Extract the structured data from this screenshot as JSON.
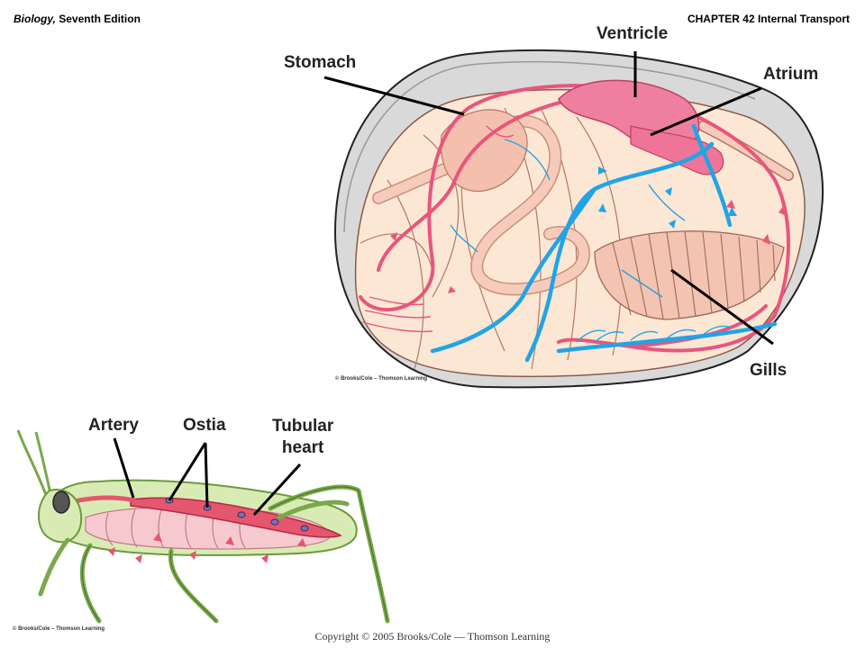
{
  "header": {
    "book_title": "Biology,",
    "edition": " Seventh Edition",
    "chapter": "CHAPTER 42 Internal Transport"
  },
  "clam": {
    "labels": {
      "stomach": "Stomach",
      "ventricle": "Ventricle",
      "atrium": "Atrium",
      "gills": "Gills"
    },
    "credit": "© Brooks/Cole – Thomson Learning"
  },
  "grasshopper": {
    "labels": {
      "artery": "Artery",
      "ostia": "Ostia",
      "tubular_heart_line1": "Tubular",
      "tubular_heart_line2": "heart"
    },
    "credit": "© Brooks/Cole – Thomson Learning"
  },
  "footer": {
    "copyright": "Copyright © 2005 Brooks/Cole — Thomson Learning"
  },
  "colors": {
    "shell": "#d9d9d9",
    "tissue": "#fbe7d4",
    "pink_vessel": "#e9557c",
    "blue_vessel": "#22a3e6",
    "gut": "#f7cbbb",
    "insect_body": "#d9ebb4",
    "insect_outline": "#7aa84d",
    "heart": "#e4576e"
  }
}
